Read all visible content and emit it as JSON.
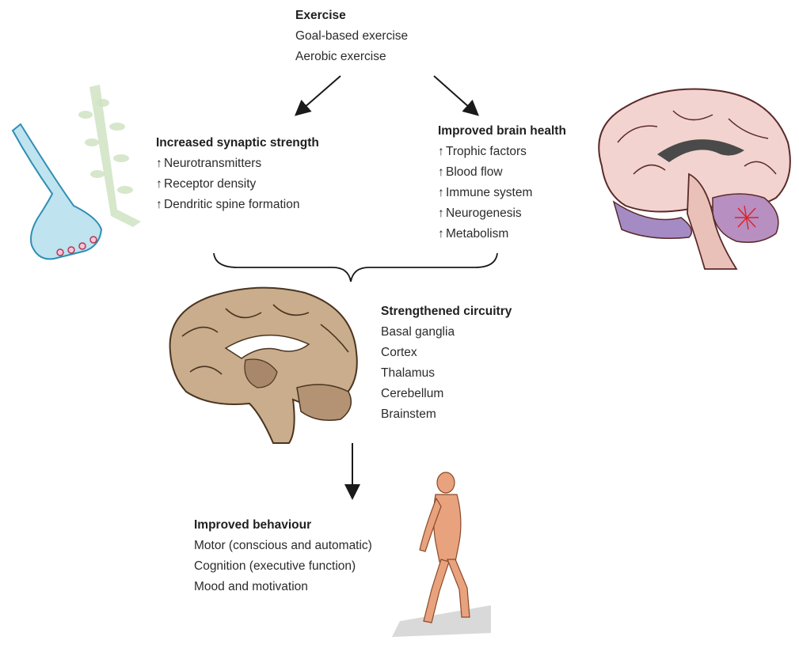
{
  "exercise": {
    "title": "Exercise",
    "items": [
      "Goal-based exercise",
      "Aerobic exercise"
    ]
  },
  "synaptic": {
    "title": "Increased synaptic strength",
    "arrow_glyph": "↑",
    "items": [
      "Neurotransmitters",
      "Receptor density",
      "Dendritic spine formation"
    ]
  },
  "brain_health": {
    "title": "Improved brain health",
    "arrow_glyph": "↑",
    "items": [
      "Trophic factors",
      "Blood flow",
      "Immune system",
      "Neurogenesis",
      "Metabolism"
    ]
  },
  "circuitry": {
    "title": "Strengthened circuitry",
    "items": [
      "Basal ganglia",
      "Cortex",
      "Thalamus",
      "Cerebellum",
      "Brainstem"
    ]
  },
  "behaviour": {
    "title": "Improved behaviour",
    "items": [
      "Motor (conscious and automatic)",
      "Cognition (executive function)",
      "Mood and motivation"
    ]
  },
  "colors": {
    "synapse_blue": "#bfe3ef",
    "spine_green": "#cfe3c2",
    "brain_pink": "#f3d3cf",
    "cerebellum_purple": "#b78fc0",
    "section_tan": "#c9ad8c",
    "figure_skin": "#e8a27d"
  }
}
